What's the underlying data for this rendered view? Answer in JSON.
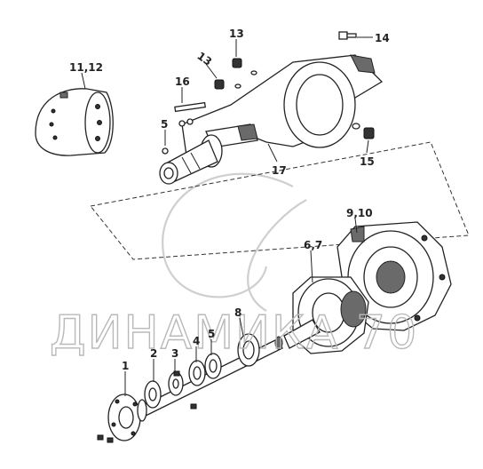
{
  "watermark": {
    "text": "ДИНАМИКА 70"
  },
  "callouts": {
    "c1": "1",
    "c2": "2",
    "c3": "3",
    "c4": "4",
    "c5a": "5",
    "c5b": "5",
    "c67": "6,7",
    "c8": "8",
    "c910": "9,10",
    "c1112": "11,12",
    "c13a": "13",
    "c13b": "13",
    "c14": "14",
    "c15": "15",
    "c16": "16",
    "c17": "17"
  },
  "colors": {
    "line": "#222222",
    "watermark": "#b9b9b9",
    "shade": "#6a6a6a"
  }
}
